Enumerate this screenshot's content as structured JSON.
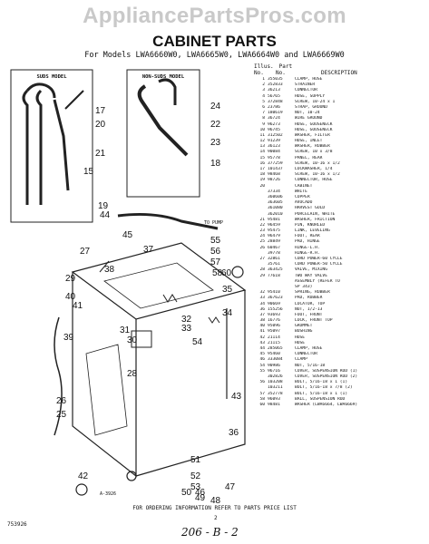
{
  "watermark": "AppliancePartsPros.com",
  "header": {
    "title": "CABINET PARTS",
    "models": "For Models LWA6660W0, LWA6665W0, LWA6664W0 and LWA6669W0"
  },
  "diagram": {
    "suds_label": "SUDS MODEL",
    "non_suds_label": "NON-SUDS MODEL",
    "to_pump": "TO PUMP",
    "drawing_code": "A-3926",
    "callouts": [
      "15",
      "17",
      "18",
      "19",
      "20",
      "21",
      "22",
      "24",
      "25",
      "26",
      "27",
      "28",
      "29",
      "30",
      "31",
      "32",
      "33",
      "34",
      "35",
      "36",
      "37",
      "38",
      "39",
      "40",
      "41",
      "42",
      "43",
      "44",
      "45",
      "46",
      "47",
      "48",
      "49",
      "50",
      "51",
      "52",
      "53",
      "54",
      "55",
      "56",
      "57",
      "60"
    ]
  },
  "parts_table": {
    "header_illus": "Illus.",
    "header_part": "Part",
    "col_no": "No.",
    "col_part_no": "No.",
    "col_desc": "DESCRIPTION",
    "rows": [
      {
        "no": "1",
        "part": "355035",
        "desc": "CLAMP, HOSE"
      },
      {
        "no": "2",
        "part": "352833",
        "desc": "STRAINER"
      },
      {
        "no": "3",
        "part": "36213",
        "desc": "CONNECTOR"
      },
      {
        "no": "4",
        "part": "56765",
        "desc": "HOSE, SUPPLY"
      },
      {
        "no": "5",
        "part": "372848",
        "desc": "SCREW, 10-24 x 1"
      },
      {
        "no": "6",
        "part": "23786",
        "desc": "STRAP, GROUND"
      },
      {
        "no": "7",
        "part": "180619",
        "desc": "NUT, 10-24"
      },
      {
        "no": "8",
        "part": "36724",
        "desc": "WIRE GROUND"
      },
      {
        "no": "9",
        "part": "96273",
        "desc": "HOSE, GOOSENECK"
      },
      {
        "no": "10",
        "part": "96745",
        "desc": "HOSE, GOOSENECK"
      },
      {
        "no": "11",
        "part": "312502",
        "desc": "WASHER, FILTER"
      },
      {
        "no": "12",
        "part": "91239",
        "desc": "HOSE, INLET"
      },
      {
        "no": "13",
        "part": "36123",
        "desc": "WASHER, RUBBER"
      },
      {
        "no": "14",
        "part": "90084",
        "desc": "SCREW, 10 x 3/8"
      },
      {
        "no": "15",
        "part": "95778",
        "desc": "PANEL, REAR"
      },
      {
        "no": "16",
        "part": "377259",
        "desc": "SCREW, 10-16 x 1/2"
      },
      {
        "no": "17",
        "part": "101437",
        "desc": "LOCKWASHER, 1/4"
      },
      {
        "no": "18",
        "part": "98468",
        "desc": "SCREW, 10-16 x 1/2"
      },
      {
        "no": "19",
        "part": "98726",
        "desc": "CONNECTOR, HOSE"
      },
      {
        "no": "20",
        "part": "",
        "desc": "CABINET"
      },
      {
        "no": "",
        "part": "37334",
        "desc": "WHITE"
      },
      {
        "no": "",
        "part": "360606",
        "desc": "COPPER"
      },
      {
        "no": "",
        "part": "363605",
        "desc": "AVOCADO"
      },
      {
        "no": "",
        "part": "361080",
        "desc": "HARVEST GOLD"
      },
      {
        "no": "",
        "part": "362010",
        "desc": "PORCELAIN, WHITE"
      },
      {
        "no": "21",
        "part": "95481",
        "desc": "WASHER, FRICTION"
      },
      {
        "no": "22",
        "part": "96459",
        "desc": "PIN, KNURLED"
      },
      {
        "no": "23",
        "part": "95475",
        "desc": "LINK, LEVELING"
      },
      {
        "no": "24",
        "part": "96479",
        "desc": "FOOT, REAR"
      },
      {
        "no": "25",
        "part": "28849",
        "desc": "PAD, HINGE"
      },
      {
        "no": "26",
        "part": "60467",
        "desc": "HINGE-L.H."
      },
      {
        "no": "",
        "part": "39778",
        "desc": "HINGE-R.H."
      },
      {
        "no": "27",
        "part": "32861",
        "desc": "CORD POWER-60 CYCLE"
      },
      {
        "no": "",
        "part": "35761",
        "desc": "CORD POWER-50 CYCLE"
      },
      {
        "no": "28",
        "part": "363425",
        "desc": "VALVE, MIXING"
      },
      {
        "no": "29",
        "part": "77618",
        "desc": "TWO WAY VALVE"
      },
      {
        "no": "",
        "part": "",
        "desc": "ASSEMBLY (REFER TO"
      },
      {
        "no": "",
        "part": "",
        "desc": "SP 343)"
      },
      {
        "no": "32",
        "part": "95410",
        "desc": "SPRING, RUBBER"
      },
      {
        "no": "33",
        "part": "367623",
        "desc": "PAD, RUBBER"
      },
      {
        "no": "34",
        "part": "90669",
        "desc": "LOCATOR, TOP"
      },
      {
        "no": "36",
        "part": "155256",
        "desc": "NUT, 1/2-13"
      },
      {
        "no": "37",
        "part": "93693",
        "desc": "FOOT, FRONT"
      },
      {
        "no": "38",
        "part": "16776",
        "desc": "LOCK, FRONT TOP"
      },
      {
        "no": "40",
        "part": "95096",
        "desc": "GROMMET"
      },
      {
        "no": "41",
        "part": "95097",
        "desc": "BUSHING"
      },
      {
        "no": "42",
        "part": "21114",
        "desc": "HOSE"
      },
      {
        "no": "43",
        "part": "21115",
        "desc": "HOSE"
      },
      {
        "no": "44",
        "part": "285065",
        "desc": "CLAMP, HOSE"
      },
      {
        "no": "45",
        "part": "95460",
        "desc": "CONNECTOR"
      },
      {
        "no": "46",
        "part": "333084",
        "desc": "CLAMP"
      },
      {
        "no": "54",
        "part": "90986",
        "desc": "NUT, 5/16-18"
      },
      {
        "no": "55",
        "part": "96716",
        "desc": "COVER, SUSPENSION ROD (1)"
      },
      {
        "no": "",
        "part": "302826",
        "desc": "COVER, SUSPENSION ROD (2)"
      },
      {
        "no": "56",
        "part": "103208",
        "desc": "BOLT, 5/16-18 x 1 (1)"
      },
      {
        "no": "",
        "part": "103211",
        "desc": "BOLT, 5/16-18 x 7/8 (2)"
      },
      {
        "no": "57",
        "part": "352778",
        "desc": "BOLT, 5/16-18 x 1 (1)"
      },
      {
        "no": "58",
        "part": "96093",
        "desc": "BALL, SUSPENSION ROD"
      },
      {
        "no": "60",
        "part": "98481",
        "desc": "WASHER (LWA6664, LWA6669)"
      }
    ]
  },
  "footer": {
    "note": "FOR ORDERING INFORMATION REFER TO PARTS PRICE LIST",
    "page": "2",
    "code": "753926",
    "handwritten": "206 - B - 2"
  }
}
